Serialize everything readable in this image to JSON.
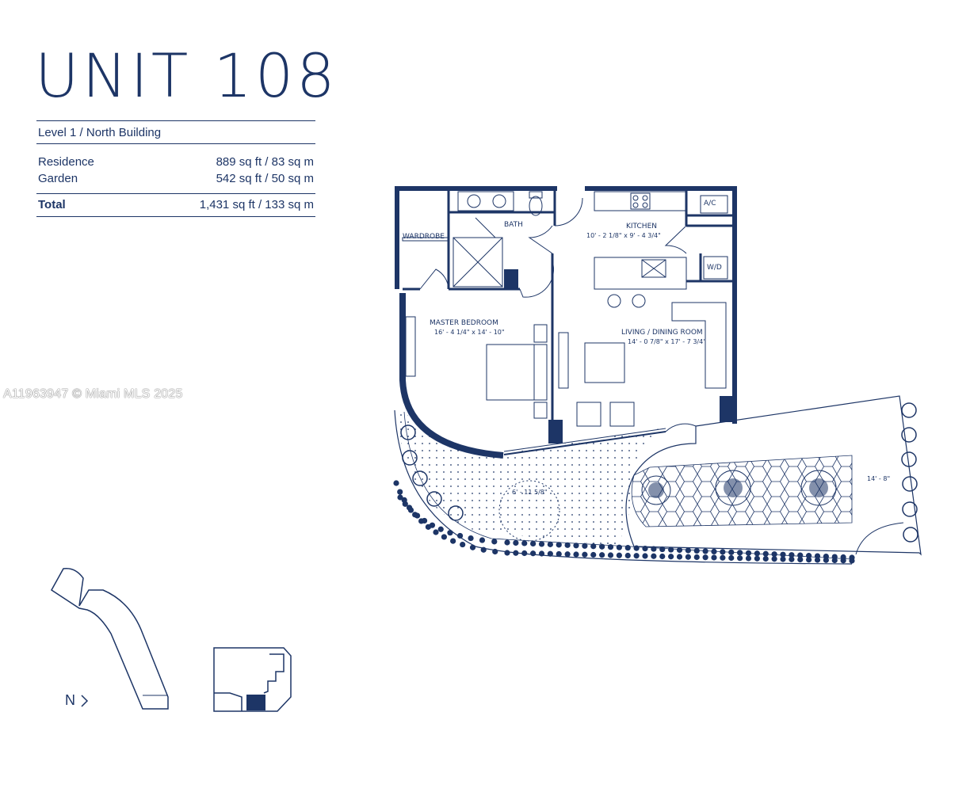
{
  "unit_title": "UNIT 108",
  "level": "Level 1 / North Building",
  "areas": {
    "residence": {
      "label": "Residence",
      "value": "889 sq ft / 83 sq m"
    },
    "garden": {
      "label": "Garden",
      "value": "542 sq ft /  50 sq m"
    },
    "total": {
      "label": "Total",
      "value": "1,431 sq ft / 133 sq m"
    }
  },
  "watermark": "A11963947 © Miami MLS 2025",
  "rooms": {
    "wardrobe": "WARDROBE",
    "bath": "BATH",
    "kitchen": "KITCHEN",
    "kitchen_dim": "10' - 2 1/8\" x 9' - 4 3/4\"",
    "ac": "A/C",
    "wd": "W/D",
    "master_bedroom": "MASTER BEDROOM",
    "master_bedroom_dim": "16' - 4 1/4\" x 14' - 10\"",
    "living_dining": "LIVING / DINING ROOM",
    "living_dining_dim": "14' - 0 7/8\" x 17' - 7 3/4\"",
    "garden_dim_1": "6' - 11 5/8\"",
    "garden_dim_2": "14' - 8\""
  },
  "north_label": "N",
  "colors": {
    "ink": "#1d3566",
    "fill": "#1d3566"
  }
}
